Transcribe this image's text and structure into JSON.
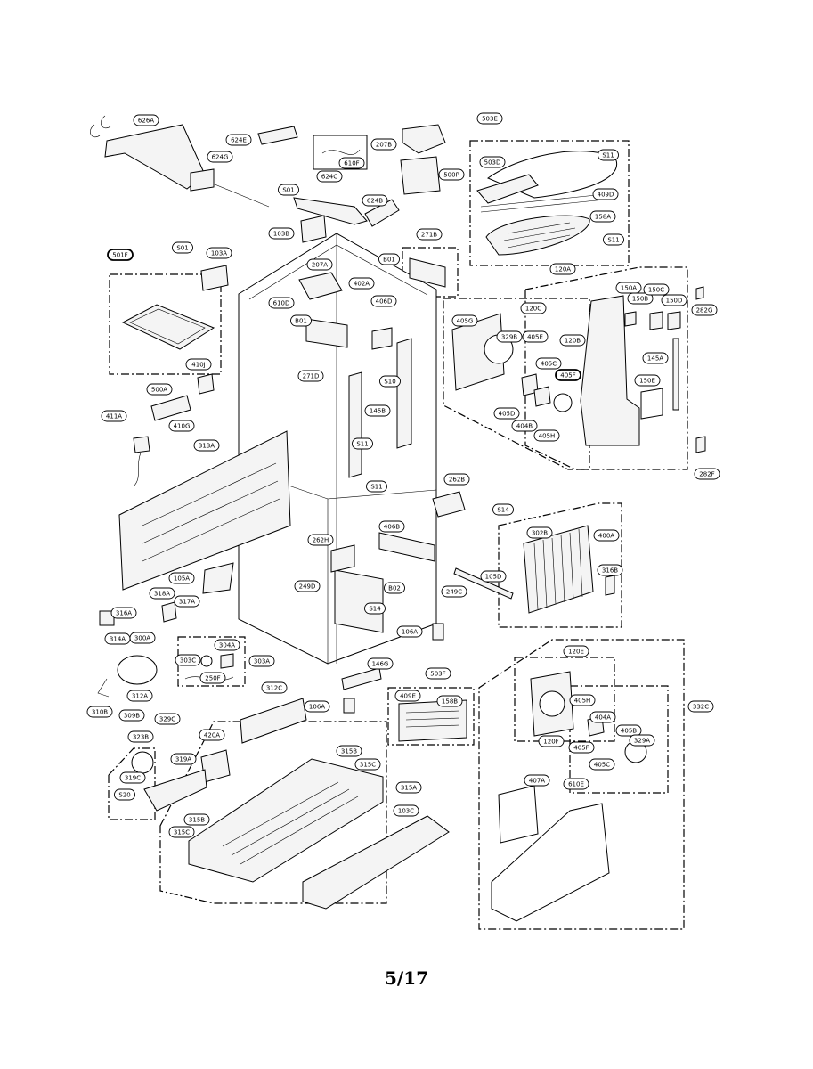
{
  "page_number": "5/17",
  "labels": [
    {
      "text": "626A"
    },
    {
      "text": "624E"
    },
    {
      "text": "624G"
    },
    {
      "text": "610F"
    },
    {
      "text": "207B"
    },
    {
      "text": "500P"
    },
    {
      "text": "S01"
    },
    {
      "text": "624C"
    },
    {
      "text": "624B"
    },
    {
      "text": "103B"
    },
    {
      "text": "503E"
    },
    {
      "text": "503D"
    },
    {
      "text": "S11"
    },
    {
      "text": "409D"
    },
    {
      "text": "158A"
    },
    {
      "text": "S11"
    },
    {
      "text": "271B"
    },
    {
      "text": "S01"
    },
    {
      "text": "103A"
    },
    {
      "text": "501F"
    },
    {
      "text": "207A"
    },
    {
      "text": "B01"
    },
    {
      "text": "402A"
    },
    {
      "text": "610D"
    },
    {
      "text": "B01"
    },
    {
      "text": "406D"
    },
    {
      "text": "120A"
    },
    {
      "text": "120C"
    },
    {
      "text": "405G"
    },
    {
      "text": "329B"
    },
    {
      "text": "405E"
    },
    {
      "text": "405C"
    },
    {
      "text": "405F"
    },
    {
      "text": "405D"
    },
    {
      "text": "404B"
    },
    {
      "text": "405H"
    },
    {
      "text": "150A"
    },
    {
      "text": "150B"
    },
    {
      "text": "150C"
    },
    {
      "text": "150D"
    },
    {
      "text": "282G"
    },
    {
      "text": "120B"
    },
    {
      "text": "145A"
    },
    {
      "text": "150E"
    },
    {
      "text": "282F"
    },
    {
      "text": "410J"
    },
    {
      "text": "271D"
    },
    {
      "text": "S10"
    },
    {
      "text": "500A"
    },
    {
      "text": "411A"
    },
    {
      "text": "410G"
    },
    {
      "text": "145B"
    },
    {
      "text": "313A"
    },
    {
      "text": "S11"
    },
    {
      "text": "S11"
    },
    {
      "text": "262B"
    },
    {
      "text": "S14"
    },
    {
      "text": "302B"
    },
    {
      "text": "400A"
    },
    {
      "text": "316B"
    },
    {
      "text": "262H"
    },
    {
      "text": "406B"
    },
    {
      "text": "105D"
    },
    {
      "text": "105A"
    },
    {
      "text": "249C"
    },
    {
      "text": "249D"
    },
    {
      "text": "B02"
    },
    {
      "text": "318A"
    },
    {
      "text": "317A"
    },
    {
      "text": "S14"
    },
    {
      "text": "316A"
    },
    {
      "text": "106A"
    },
    {
      "text": "314A"
    },
    {
      "text": "300A"
    },
    {
      "text": "304A"
    },
    {
      "text": "303C"
    },
    {
      "text": "303A"
    },
    {
      "text": "250F"
    },
    {
      "text": "312A"
    },
    {
      "text": "146G"
    },
    {
      "text": "503F"
    },
    {
      "text": "120E"
    },
    {
      "text": "312C"
    },
    {
      "text": "310B"
    },
    {
      "text": "106A"
    },
    {
      "text": "409E"
    },
    {
      "text": "158B"
    },
    {
      "text": "405H"
    },
    {
      "text": "332C"
    },
    {
      "text": "309B"
    },
    {
      "text": "329C"
    },
    {
      "text": "323B"
    },
    {
      "text": "420A"
    },
    {
      "text": "404A"
    },
    {
      "text": "405B"
    },
    {
      "text": "329A"
    },
    {
      "text": "315B"
    },
    {
      "text": "120F"
    },
    {
      "text": "405F"
    },
    {
      "text": "405C"
    },
    {
      "text": "315C"
    },
    {
      "text": "319A"
    },
    {
      "text": "319C"
    },
    {
      "text": "315A"
    },
    {
      "text": "S20"
    },
    {
      "text": "407A"
    },
    {
      "text": "610E"
    },
    {
      "text": "103C"
    },
    {
      "text": "315B"
    },
    {
      "text": "315C"
    }
  ]
}
